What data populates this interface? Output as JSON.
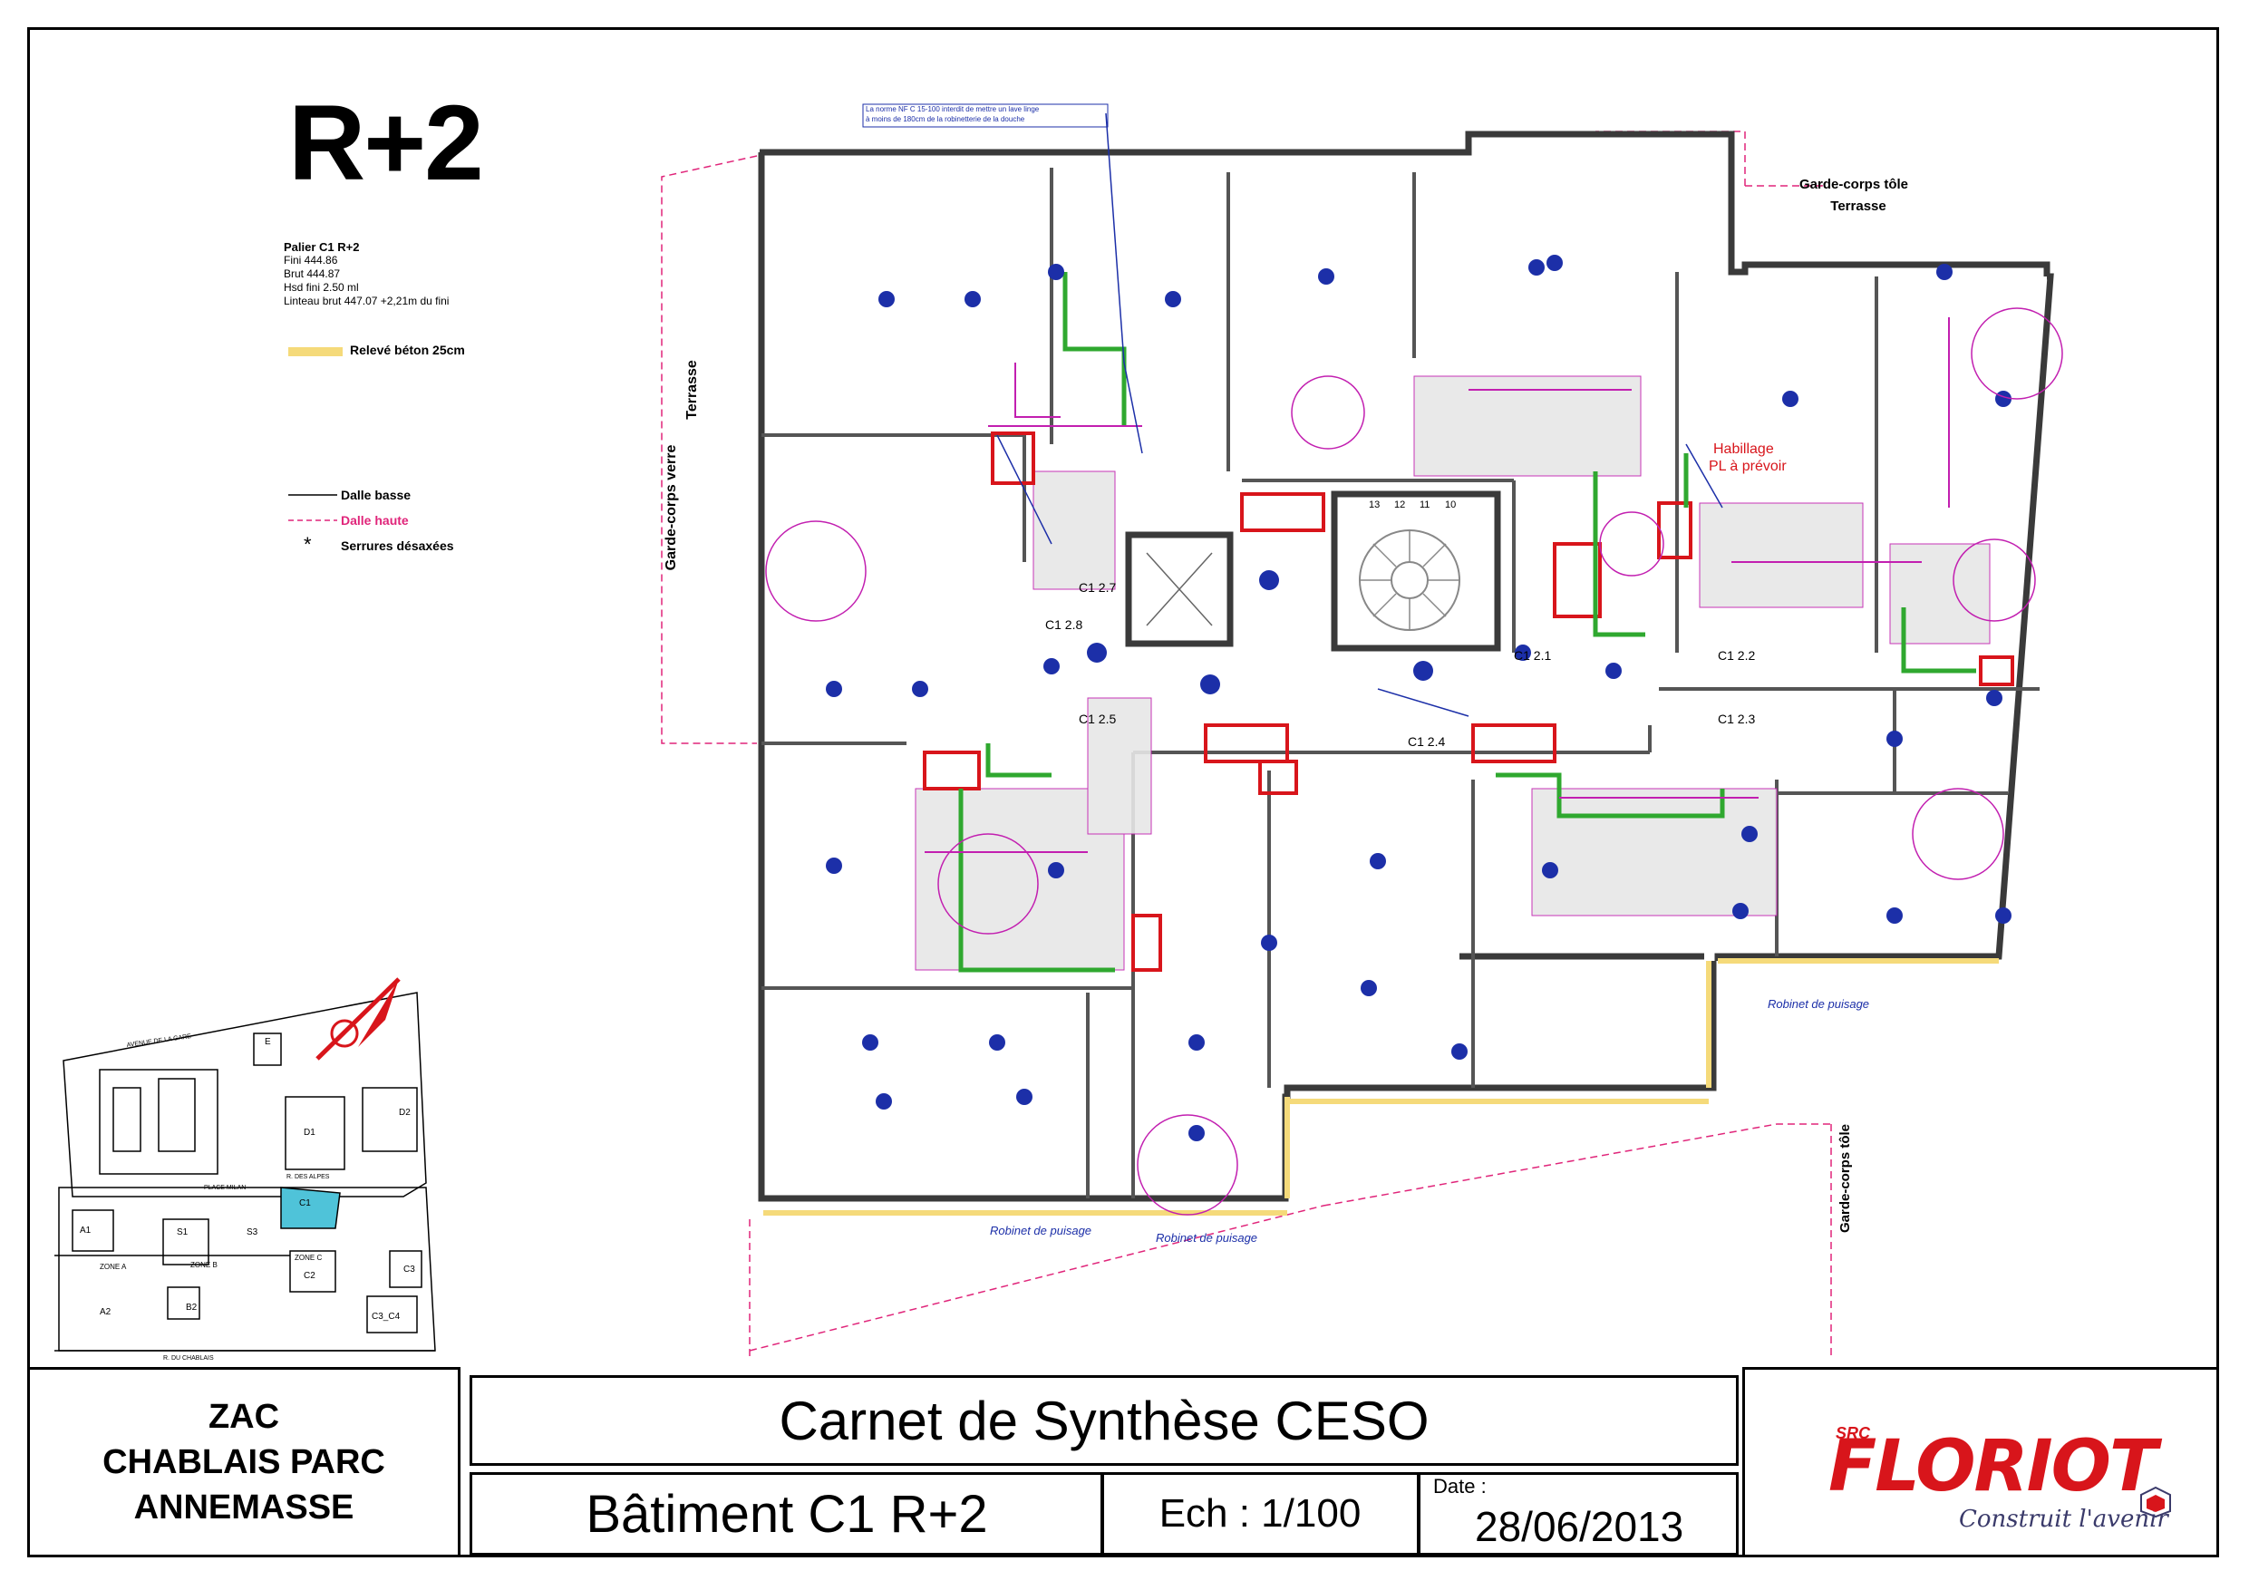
{
  "sheet": {
    "level_title": "R+2",
    "palier": {
      "heading": "Palier C1 R+2",
      "lines": [
        "Fini 444.86",
        "Brut 444.87",
        "Hsd  fini 2.50 ml",
        "Linteau brut 447.07 +2,21m du fini"
      ]
    },
    "legend": {
      "releve": "Relevé béton 25cm",
      "dalle_basse": "Dalle basse",
      "dalle_haute": "Dalle haute",
      "serrures": "Serrures désaxées",
      "star": "*"
    },
    "colors": {
      "wall": "#3a3a3a",
      "network_blue": "#1c2fa8",
      "network_green": "#2fa82f",
      "network_red": "#d8151b",
      "network_magenta": "#c21fb0",
      "dalle_haute": "#e0257a",
      "concrete_yellow": "#f5da7a",
      "hatch": "#d9d9d9",
      "site_cyan": "#4fc3d9"
    }
  },
  "plan_labels": {
    "garde_corps_verre": "Garde-corps verre",
    "terrasse_left": "Terrasse",
    "garde_corps_tole_top": "Garde-corps tôle",
    "terrasse_top": "Terrasse",
    "garde_corps_tole_right": "Garde-corps tôle",
    "habillage": "Habillage",
    "pl_a_prevoir": "PL à prévoir",
    "robinet_1": "Robinet de puisage",
    "robinet_2": "Robinet de puisage",
    "robinet_3": "Robinet de puisage",
    "note": "La norme NF C 15-100 interdit de mettre un lave linge",
    "note2": "à moins de 180cm de la robinetterie de la douche",
    "c1_27": "C1 2.7",
    "c1_28": "C1 2.8",
    "c1_21": "C1 2.1",
    "c1_22": "C1 2.2",
    "c1_23": "C1 2.3",
    "c1_24": "C1 2.4",
    "c1_25": "C1 2.5",
    "stair_numbers": [
      "13",
      "12",
      "11",
      "10"
    ]
  },
  "site_plan": {
    "labels": [
      "E",
      "A1",
      "S1",
      "S3",
      "D1",
      "D2",
      "C1",
      "ZONE A",
      "ZONE B",
      "ZONE C",
      "A2",
      "B2",
      "C2",
      "C3",
      "C3_C4",
      "PLACE MILAN",
      "R. DES ALPES",
      "R. DU CHABLAIS",
      "AVENUE DE LA GARE"
    ]
  },
  "cartouche": {
    "project_line1": "ZAC",
    "project_line2": "CHABLAIS PARC",
    "project_line3": "ANNEMASSE",
    "document": "Carnet de Synthèse CESO",
    "building": "Bâtiment C1 R+2",
    "scale": "Ech : 1/100",
    "date_label": "Date :",
    "date_value": "28/06/2013",
    "logo_src": "SRC",
    "logo_brand": "FLORIOT",
    "logo_tagline": "Construit l'avenir"
  }
}
